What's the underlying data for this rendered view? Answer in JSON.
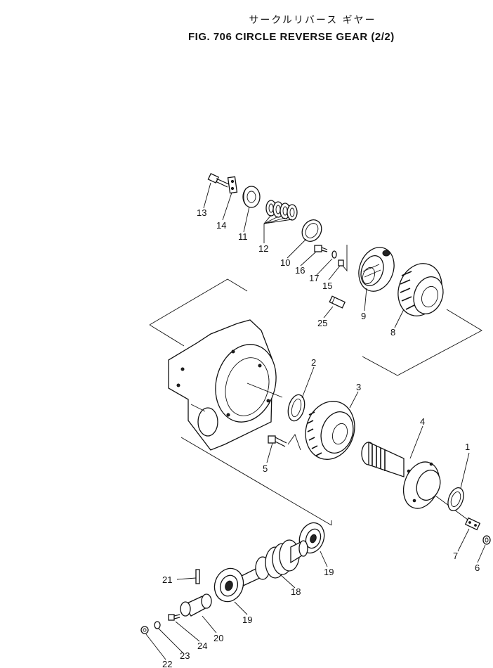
{
  "title": {
    "japanese": "サークルリバース ギヤー",
    "english": "FIG. 706 CIRCLE REVERSE GEAR (2/2)"
  },
  "callouts": [
    {
      "id": "c1",
      "label": "1"
    },
    {
      "id": "c2",
      "label": "2"
    },
    {
      "id": "c3",
      "label": "3"
    },
    {
      "id": "c4",
      "label": "4"
    },
    {
      "id": "c5",
      "label": "5"
    },
    {
      "id": "c6",
      "label": "6"
    },
    {
      "id": "c7",
      "label": "7"
    },
    {
      "id": "c8",
      "label": "8"
    },
    {
      "id": "c9",
      "label": "9"
    },
    {
      "id": "c10",
      "label": "10"
    },
    {
      "id": "c11",
      "label": "11"
    },
    {
      "id": "c12",
      "label": "12"
    },
    {
      "id": "c13",
      "label": "13"
    },
    {
      "id": "c14",
      "label": "14"
    },
    {
      "id": "c15",
      "label": "15"
    },
    {
      "id": "c16",
      "label": "16"
    },
    {
      "id": "c17",
      "label": "17"
    },
    {
      "id": "c18",
      "label": "18"
    },
    {
      "id": "c19a",
      "label": "19"
    },
    {
      "id": "c19b",
      "label": "19"
    },
    {
      "id": "c20",
      "label": "20"
    },
    {
      "id": "c21",
      "label": "21"
    },
    {
      "id": "c22",
      "label": "22"
    },
    {
      "id": "c23",
      "label": "23"
    },
    {
      "id": "c24",
      "label": "24"
    },
    {
      "id": "c25",
      "label": "25"
    }
  ]
}
